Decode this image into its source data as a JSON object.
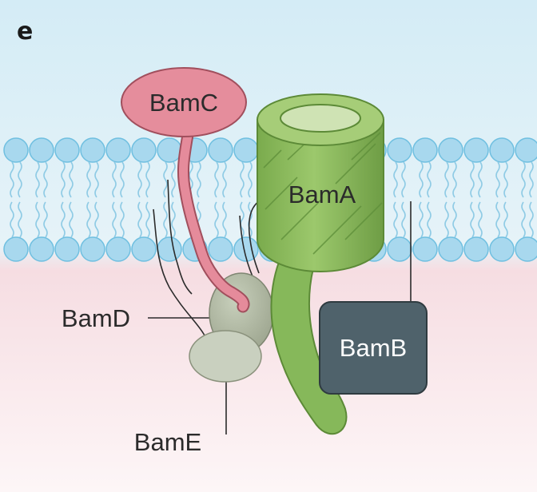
{
  "panel_letter": "e",
  "labels": {
    "bamc": "BamC",
    "bama": "BamA",
    "bamd": "BamD",
    "bamb": "BamB",
    "bame": "BamE"
  },
  "colors": {
    "periplasm_top": "#d9eef7",
    "cytoplasm_bottom": "#fbeff1",
    "lipid": "#a8d8ee",
    "bama": "#8fbf5f",
    "bamc": "#e08a98",
    "bamb": "#4d5f68",
    "bamde": "#b9c2ad"
  }
}
